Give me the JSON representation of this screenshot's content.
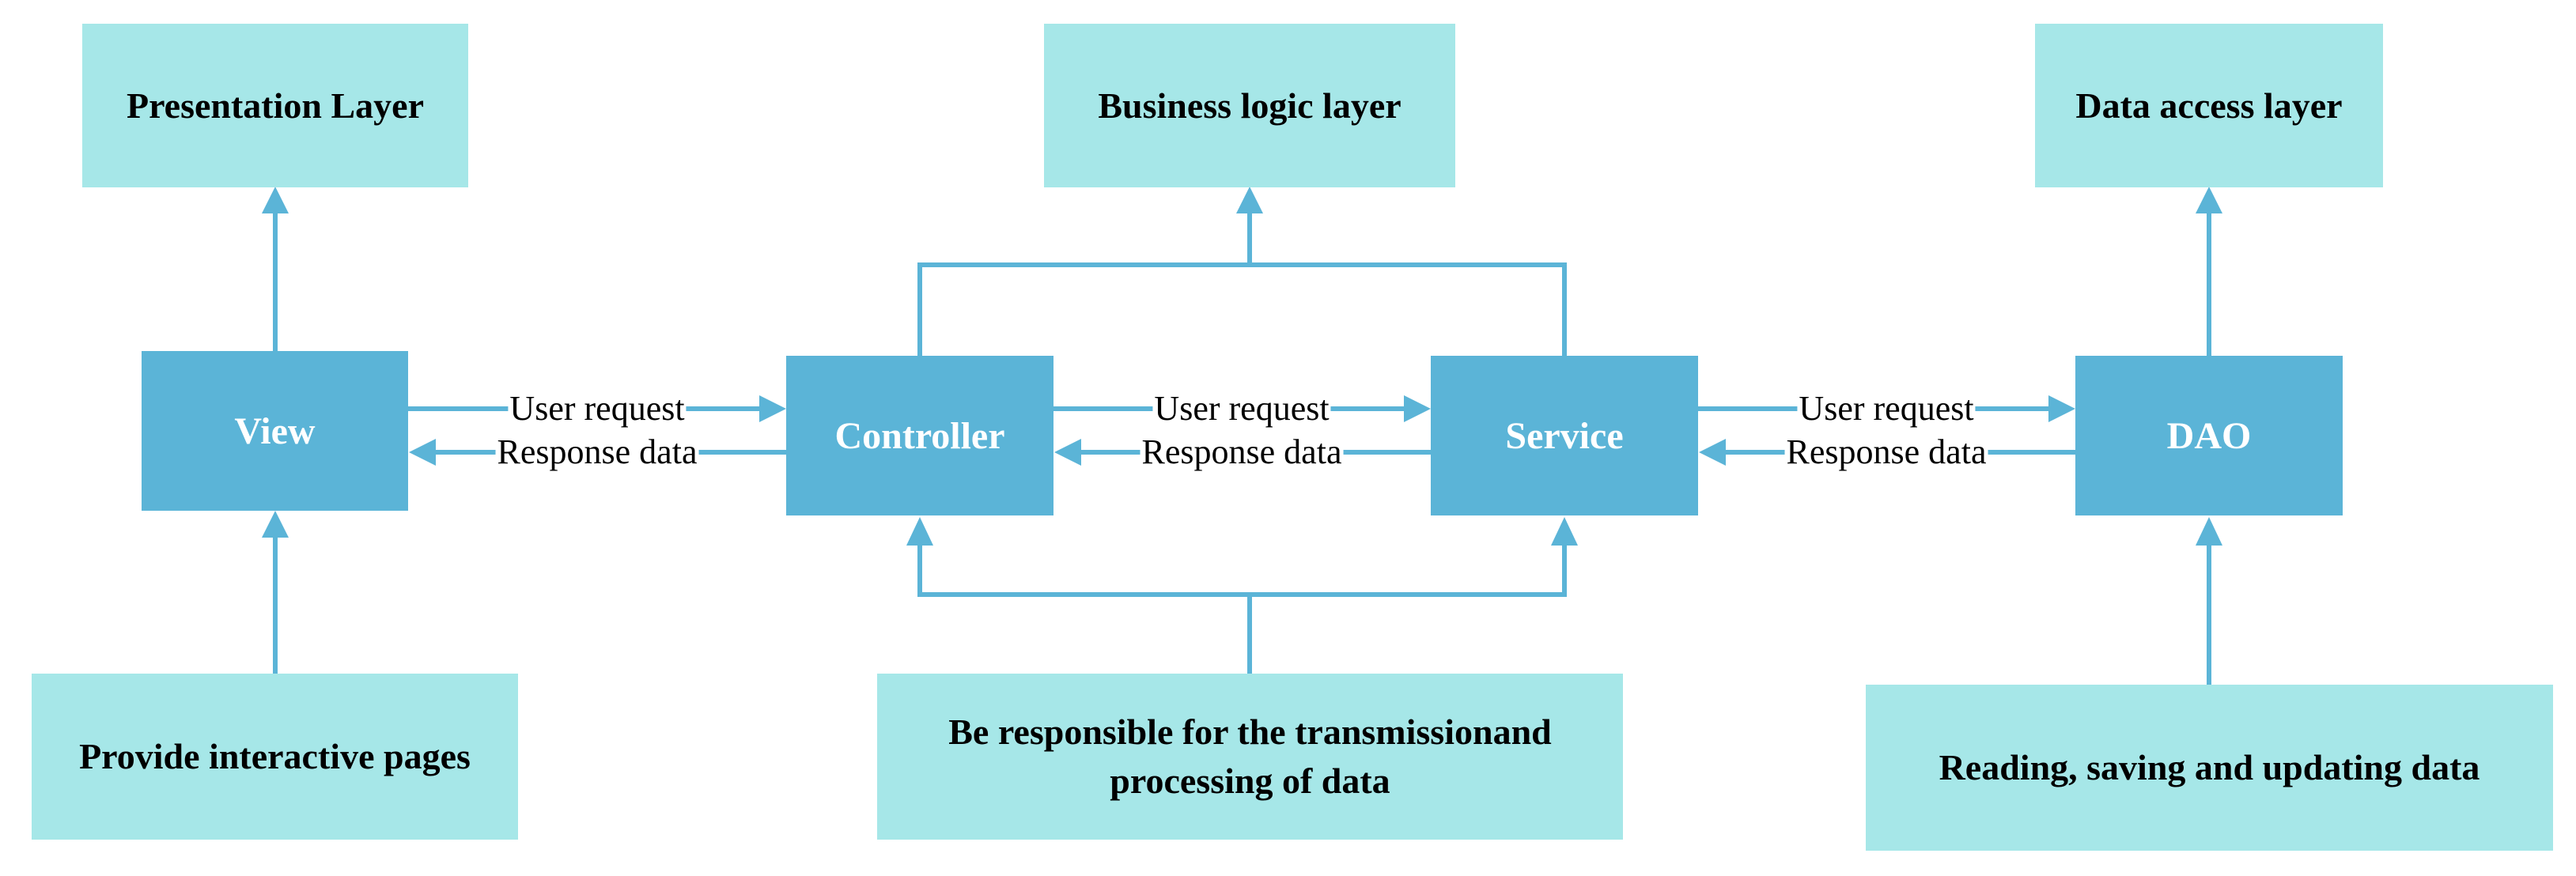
{
  "colors": {
    "light_box": "#a6e7e8",
    "dark_box": "#5bb4d7",
    "line": "#5bb4d7"
  },
  "layers": {
    "presentation": "Presentation Layer",
    "business": "Business logic layer",
    "data_access": "Data access layer"
  },
  "components": {
    "view": "View",
    "controller": "Controller",
    "service": "Service",
    "dao": "DAO"
  },
  "descriptions": {
    "view": "Provide interactive pages",
    "logic": "Be responsible for the transmissionand processing of data",
    "dao": "Reading, saving and updating data"
  },
  "edges": {
    "request": "User request",
    "response": "Response data"
  }
}
